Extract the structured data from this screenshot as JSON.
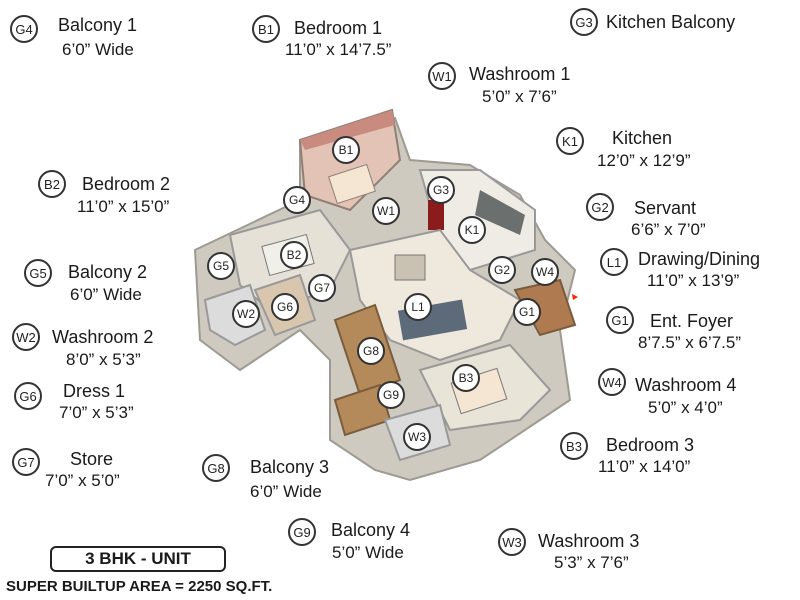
{
  "legend": [
    {
      "code": "G4",
      "name": "Balcony 1",
      "dim": "6’0” Wide"
    },
    {
      "code": "B1",
      "name": "Bedroom 1",
      "dim": "11’0” x 14’7.5”"
    },
    {
      "code": "G3",
      "name": "Kitchen Balcony",
      "dim": ""
    },
    {
      "code": "W1",
      "name": "Washroom 1",
      "dim": "5’0” x 7’6”"
    },
    {
      "code": "K1",
      "name": "Kitchen",
      "dim": "12’0” x 12’9”"
    },
    {
      "code": "B2",
      "name": "Bedroom 2",
      "dim": "11’0” x 15’0”"
    },
    {
      "code": "G2",
      "name": "Servant",
      "dim": "6’6” x 7’0”"
    },
    {
      "code": "L1",
      "name": "Drawing/Dining",
      "dim": "11’0” x 13’9”"
    },
    {
      "code": "G5",
      "name": "Balcony 2",
      "dim": "6’0” Wide"
    },
    {
      "code": "G1",
      "name": "Ent. Foyer",
      "dim": "8’7.5” x 6’7.5”"
    },
    {
      "code": "W2",
      "name": "Washroom 2",
      "dim": "8’0” x 5’3”"
    },
    {
      "code": "W4",
      "name": "Washroom 4",
      "dim": "5’0” x 4’0”"
    },
    {
      "code": "G6",
      "name": "Dress 1",
      "dim": "7’0” x 5’3”"
    },
    {
      "code": "B3",
      "name": "Bedroom 3",
      "dim": "11’0” x 14’0”"
    },
    {
      "code": "G7",
      "name": "Store",
      "dim": "7’0” x 5’0”"
    },
    {
      "code": "G8",
      "name": "Balcony 3",
      "dim": "6’0” Wide"
    },
    {
      "code": "G9",
      "name": "Balcony 4",
      "dim": "5’0” Wide"
    },
    {
      "code": "W3",
      "name": "Washroom 3",
      "dim": "5’3” x 7’6”"
    }
  ],
  "plan_markers": [
    "B1",
    "G4",
    "G3",
    "W1",
    "K1",
    "B2",
    "G5",
    "G2",
    "W4",
    "G7",
    "W2",
    "G6",
    "L1",
    "G1",
    "G8",
    "B3",
    "G9",
    "W3"
  ],
  "unit_type": "3 BHK - UNIT",
  "area_text": "SUPER BUILTUP AREA = 2250 SQ.FT.",
  "colors": {
    "wall": "#d9d6cf",
    "floor": "#e9e4d8",
    "wood": "#b58a5b",
    "bedroom_wall": "#c98b80",
    "marker_ring": "#333333"
  }
}
